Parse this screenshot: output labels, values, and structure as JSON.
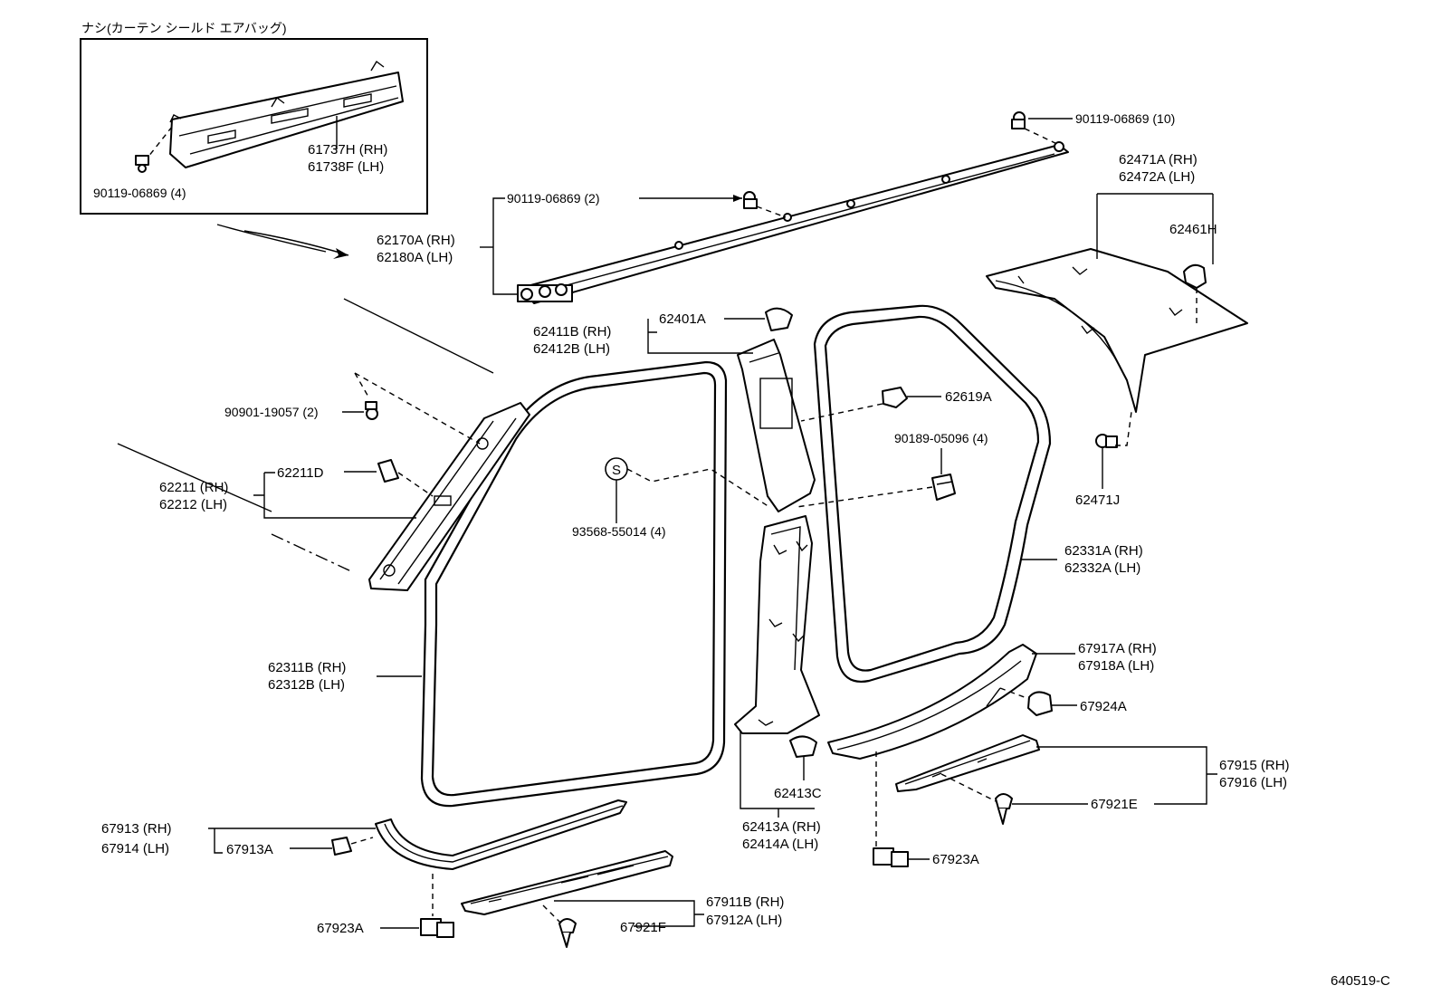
{
  "inset": {
    "title": "ナシ(カーテン シールド エアバッグ)",
    "part": [
      "61737H (RH)",
      "61738F (LH)"
    ],
    "screw": "90119-06869 (4)"
  },
  "labels": {
    "p90119_10": "90119-06869 (10)",
    "p62471A": "62471A (RH)",
    "p62472A": "62472A (LH)",
    "p62461H": "62461H",
    "p90119_2": "90119-06869 (2)",
    "p62170A": "62170A (RH)",
    "p62180A": "62180A (LH)",
    "p62411B": "62411B (RH)",
    "p62412B": "62412B (LH)",
    "p62401A": "62401A",
    "p62619A": "62619A",
    "p90189": "90189-05096 (4)",
    "p62471J": "62471J",
    "p90901": "90901-19057 (2)",
    "p62211D": "62211D",
    "p62211": "62211 (RH)",
    "p62212": "62212 (LH)",
    "pS": "S",
    "p93568": "93568-55014 (4)",
    "p62331A": "62331A (RH)",
    "p62332A": "62332A (LH)",
    "p62311B": "62311B (RH)",
    "p62312B": "62312B (LH)",
    "p67917A": "67917A (RH)",
    "p67918A": "67918A (LH)",
    "p67924A": "67924A",
    "p62413C": "62413C",
    "p67915": "67915 (RH)",
    "p67916": "67916 (LH)",
    "p67921E": "67921E",
    "p62413A": "62413A (RH)",
    "p62414A": "62414A (LH)",
    "p67913": "67913 (RH)",
    "p67914": "67914 (LH)",
    "p67913A": "67913A",
    "p67923A_r": "67923A",
    "p67923A_l": "67923A",
    "p67911B": "67911B (RH)",
    "p67912A": "67912A (LH)",
    "p67921F": "67921F",
    "ref": "640519-C"
  }
}
